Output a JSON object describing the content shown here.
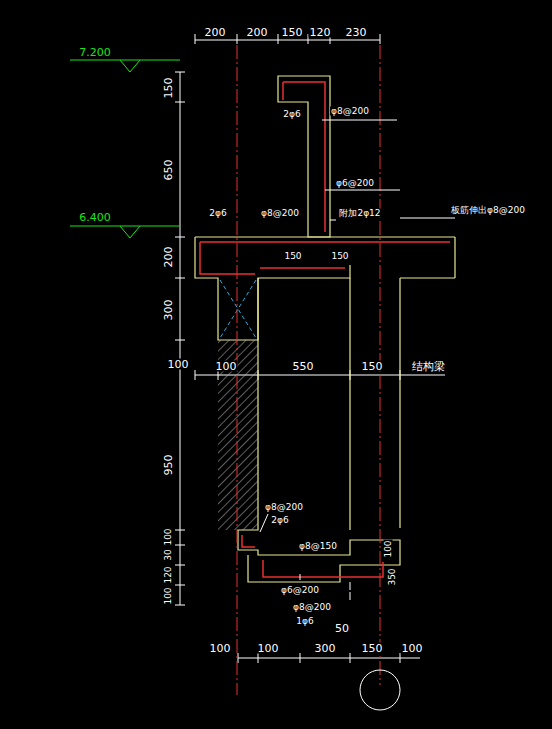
{
  "diagram": {
    "labels": [
      "7.200",
      "200",
      "200",
      "150",
      "120",
      "230",
      "150",
      "650",
      "6.400",
      "200",
      "300",
      "100",
      "100",
      "550",
      "150",
      "结构梁",
      "950",
      "100",
      "30",
      "120",
      "100",
      "2φ6",
      "φ8@200",
      "φ6@200",
      "2φ6",
      "φ8@200",
      "附加2φ12",
      "板筋伸出φ8@200",
      "150",
      "150",
      "φ8@200",
      "2φ6",
      "φ8@150",
      "100",
      "350",
      "φ6@200",
      "φ8@200",
      "1φ6",
      "50",
      "100",
      "100",
      "300",
      "150",
      "100"
    ]
  }
}
